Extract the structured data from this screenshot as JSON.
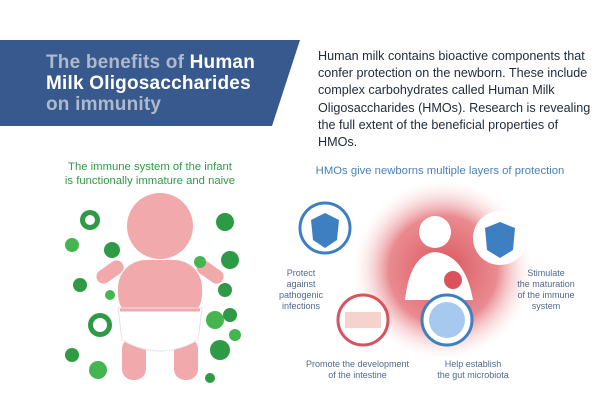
{
  "banner": {
    "title_prefix": "The benefits of",
    "title_highlight_line1": "Human",
    "title_highlight_line2": "Milk Oligosaccharides",
    "title_suffix": "on immunity",
    "color": "#37598d"
  },
  "intro": {
    "text": "Human milk contains bioactive components that confer protection on the newborn. These include complex carbohydrates called Human Milk Oligosaccharides (HMOs). Research is revealing the full extent of the beneficial properties of HMOs."
  },
  "left_panel": {
    "heading_line1": "The immune system of the infant",
    "heading_line2": "is functionally immature and naive",
    "icon": "baby-icon",
    "baby_color": "#f1a9ab",
    "germ_color": "#2f9a45"
  },
  "right_panel": {
    "heading": "HMOs give newborns multiple layers of protection",
    "icon": "breastfeeding-mother-icon",
    "accent": "#d9525c",
    "labels": {
      "protect": [
        "Protect",
        "against",
        "pathogenic",
        "infections"
      ],
      "stimulate": [
        "Stimulate",
        "the maturation",
        "of the immune",
        "system"
      ],
      "intestine": [
        "Promote the development",
        "of the intestine"
      ],
      "microbiota": [
        "Help establish",
        "the gut microbiota"
      ]
    }
  }
}
